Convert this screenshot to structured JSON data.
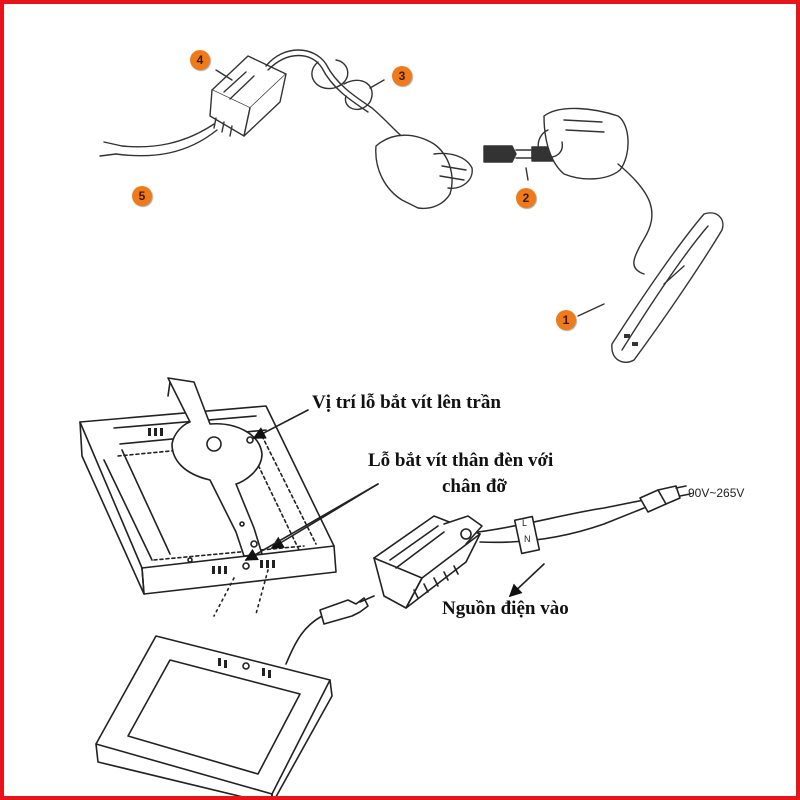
{
  "accent_color": "#f07a1a",
  "border_color": "#e8141b",
  "callouts": [
    {
      "number": "1",
      "part": "light-panel-round"
    },
    {
      "number": "2",
      "part": "connector"
    },
    {
      "number": "3",
      "part": "cable"
    },
    {
      "number": "4",
      "part": "driver"
    },
    {
      "number": "5",
      "part": "input-wires"
    }
  ],
  "labels": {
    "ceiling_screw_hole": "Vị trí lỗ bắt vít lên trần",
    "body_screw_hole_line1": "Lỗ bắt vít thân đèn với",
    "body_screw_hole_line2": "chân đỡ",
    "power_input": "Nguồn điện vào",
    "voltage": "90V~265V",
    "terminal_l": "L",
    "terminal_n": "N"
  }
}
